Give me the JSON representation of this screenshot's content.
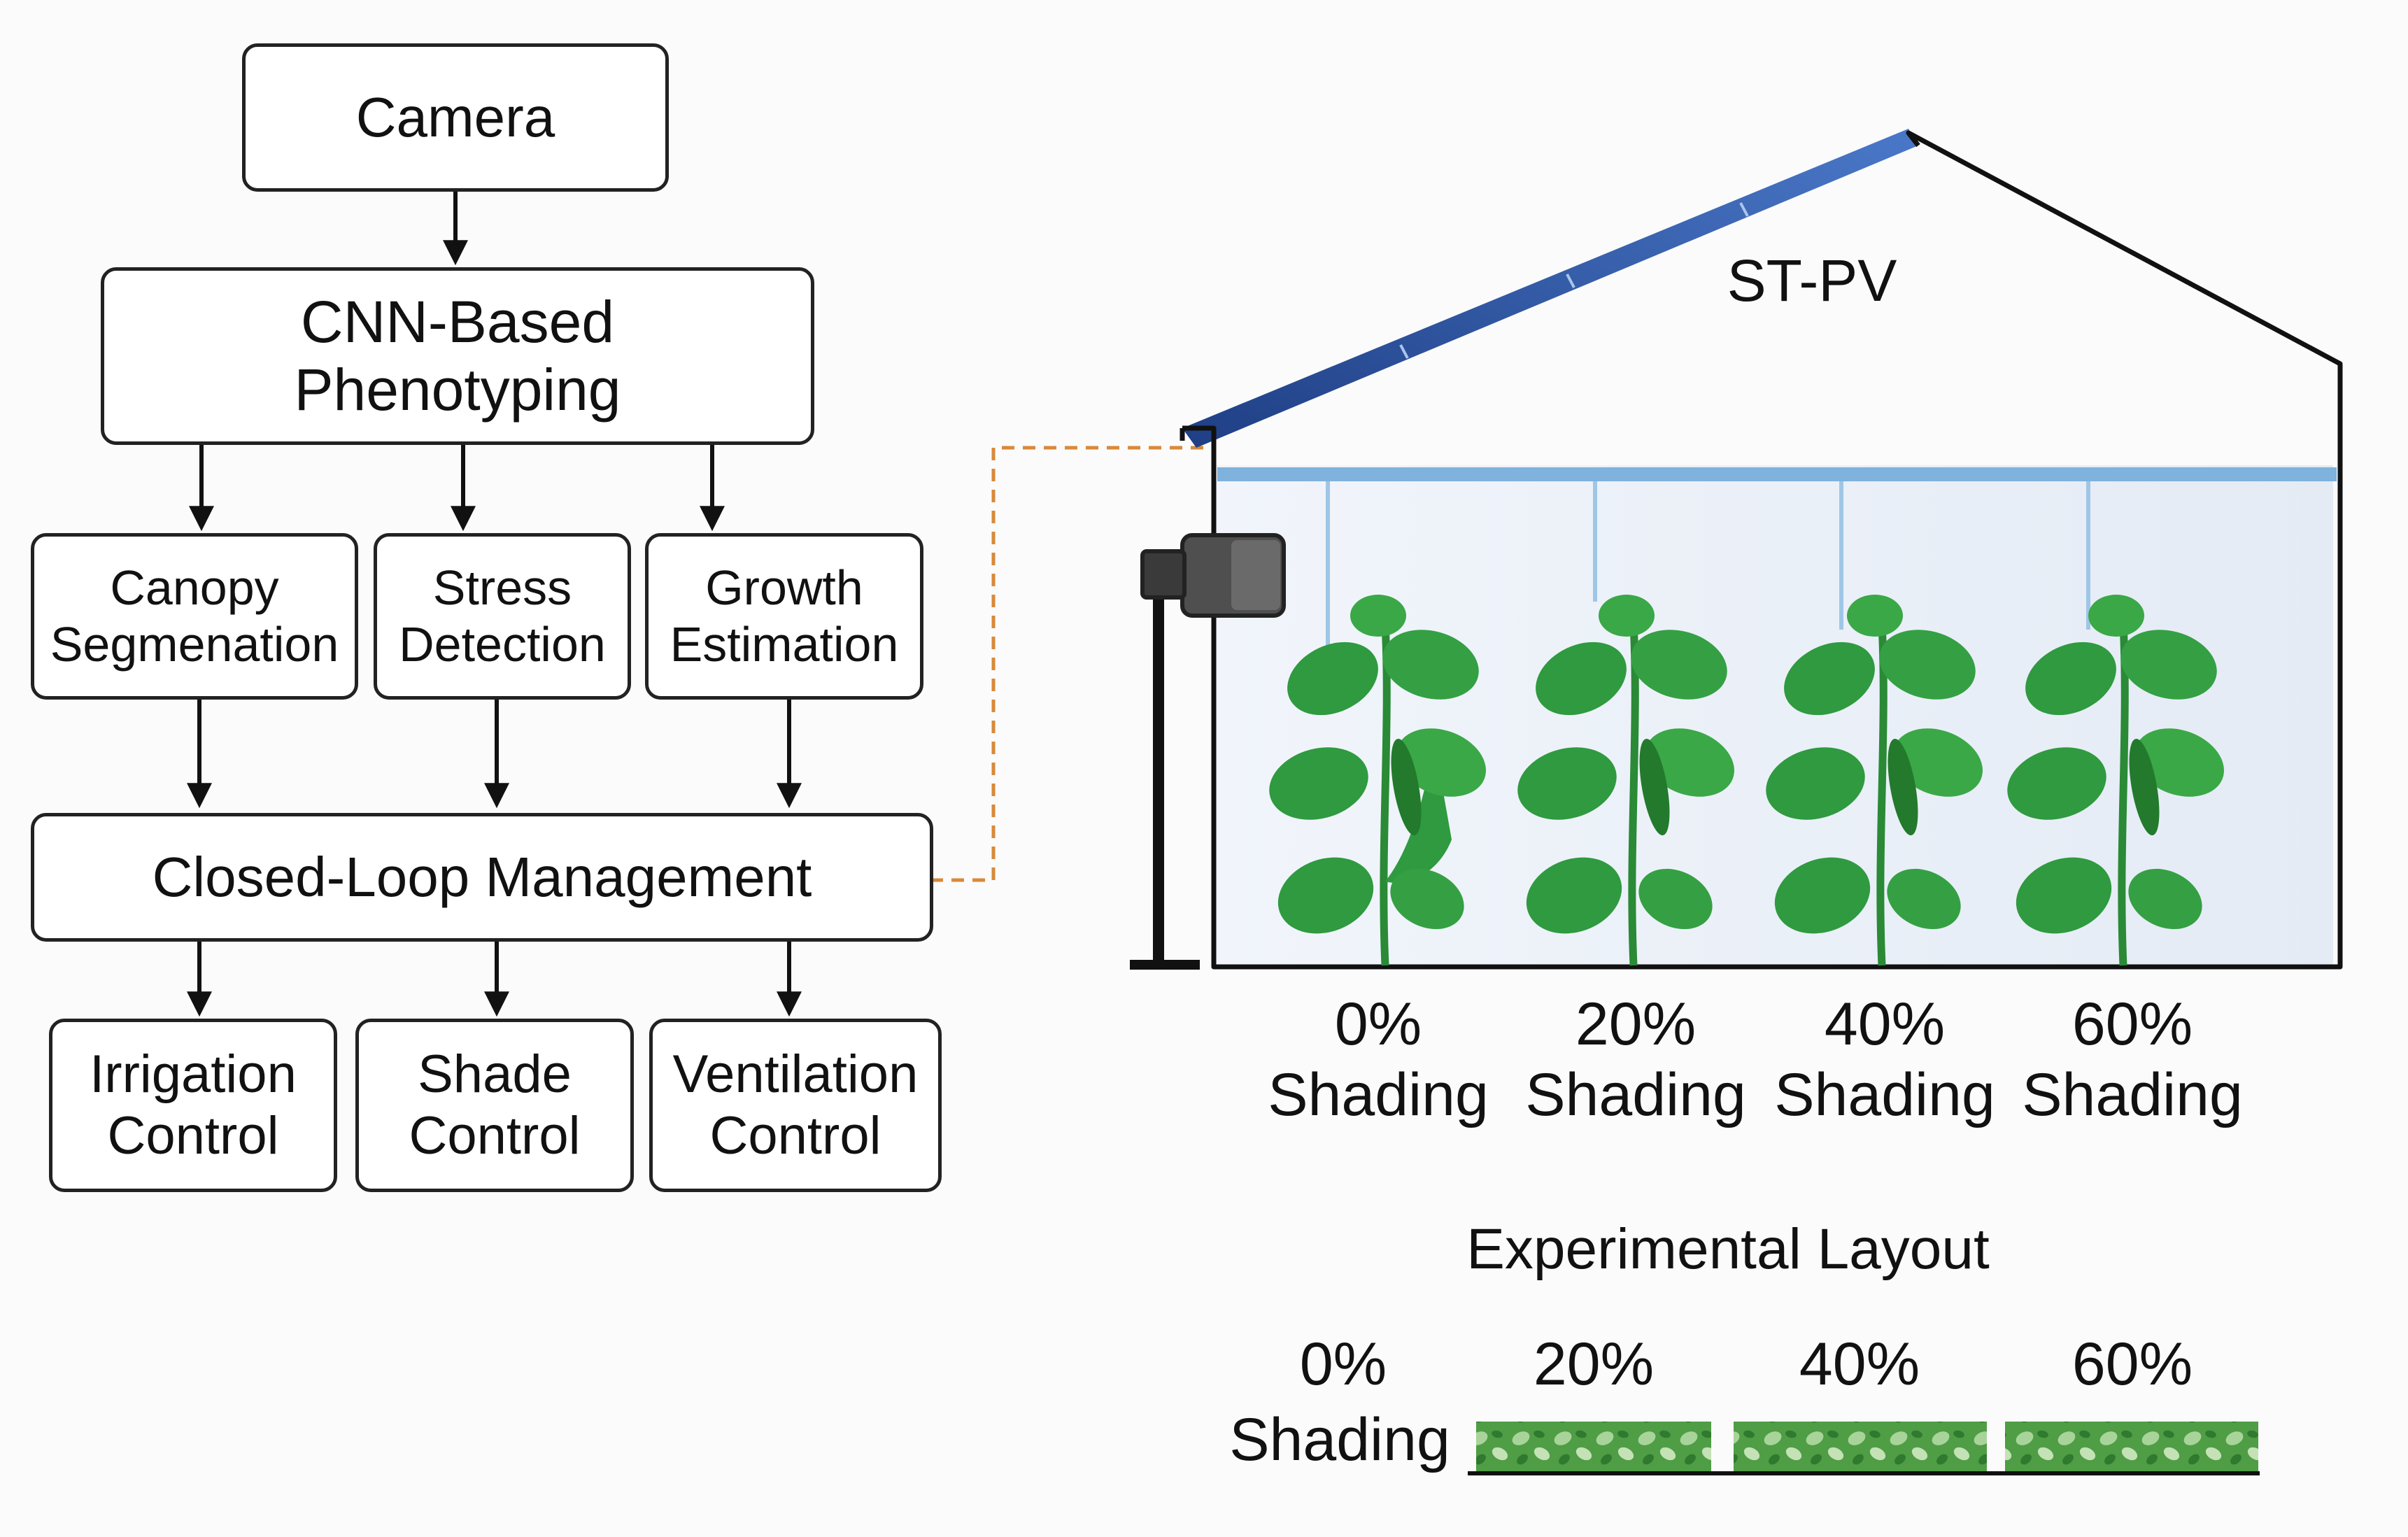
{
  "flowchart": {
    "camera": "Camera",
    "cnn": [
      "CNN-Based",
      "Phenotyping"
    ],
    "tasks": [
      [
        "Canopy",
        "Segmenation"
      ],
      [
        "Stress",
        "Detection"
      ],
      [
        "Growth",
        "Estimation"
      ]
    ],
    "management": "Closed-Loop Management",
    "controls": [
      [
        "Irrigation",
        "Control"
      ],
      [
        "Shade",
        "Control"
      ],
      [
        "Ventilation",
        "Control"
      ]
    ]
  },
  "greenhouse": {
    "roof_label": "ST-PV",
    "plants": [
      {
        "percent": "0%",
        "label": "Shading"
      },
      {
        "percent": "20%",
        "label": "Shading"
      },
      {
        "percent": "40%",
        "label": "Shading"
      },
      {
        "percent": "60%",
        "label": "Shading"
      }
    ]
  },
  "layout": {
    "title": "Experimental Layout",
    "percents": [
      "0%",
      "20%",
      "40%",
      "60%"
    ],
    "row_label": "Shading"
  },
  "colors": {
    "box_border": "#222222",
    "connector": "#d9893a",
    "pv_panel": "#2f5aa8",
    "plant": "#2f9a3f",
    "foliage_light": "#a8d49a"
  }
}
